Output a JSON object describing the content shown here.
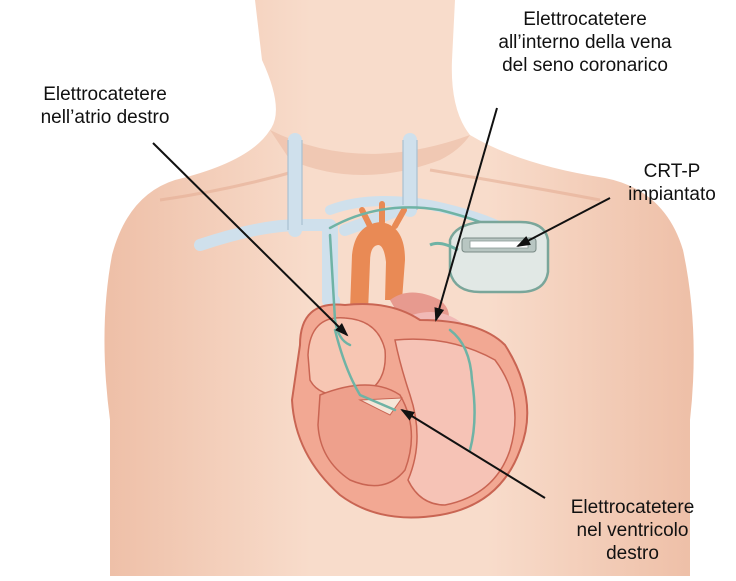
{
  "labels": {
    "coronary_sinus": [
      "Elettrocatetere",
      "all’interno della vena",
      "del seno coronarico"
    ],
    "right_atrium": [
      "Elettrocatetere",
      "nell’atrio destro"
    ],
    "crt_p": [
      "CRT-P",
      "impiantato"
    ],
    "right_ventricle": [
      "Elettrocatetere",
      "nel ventricolo",
      "destro"
    ]
  },
  "colors": {
    "skin": "#f6d3c0",
    "skin_shadow": "#e9b79f",
    "vein": "#d6e4ef",
    "vein_edge": "#a9c0d2",
    "heart": "#e89a85",
    "heart_dark": "#c96553",
    "aorta": "#e58a52",
    "device": "#dfe7e4",
    "device_edge": "#7aa69a",
    "lead": "#6fb3a5",
    "arrow": "#111111"
  },
  "icons": [
    "arrow-icon"
  ]
}
